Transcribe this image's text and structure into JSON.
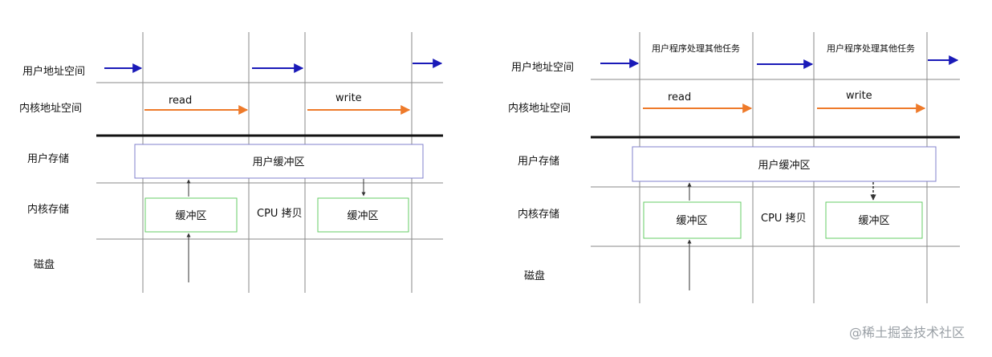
{
  "colors": {
    "background": "#ffffff",
    "grid": "#8a8a8a",
    "separator": "#111111",
    "user_arrow": "#1a1ab8",
    "kernel_arrow": "#ee7a2a",
    "user_buffer_border": "#8080cc",
    "kernel_buffer_border": "#66cc66",
    "copy_arrow": "#333333",
    "watermark": "#9aa0a6"
  },
  "diagrams": [
    {
      "rows": [
        "用户地址空间",
        "内核地址空间",
        "用户存储",
        "内核存储",
        "磁盘"
      ],
      "top_notes": [],
      "read_label": "read",
      "write_label": "write",
      "user_buffer_label": "用户缓冲区",
      "kernel_buffers": [
        "缓冲区",
        "缓冲区"
      ],
      "cpu_copy_label": "CPU 拷贝"
    },
    {
      "rows": [
        "用户地址空间",
        "内核地址空间",
        "用户存储",
        "内核存储",
        "磁盘"
      ],
      "top_notes": [
        "用户程序处理其他任务",
        "用户程序处理其他任务"
      ],
      "read_label": "read",
      "write_label": "write",
      "user_buffer_label": "用户缓冲区",
      "kernel_buffers": [
        "缓冲区",
        "缓冲区"
      ],
      "cpu_copy_label": "CPU 拷贝"
    }
  ],
  "watermark": "@稀土掘金技术社区"
}
